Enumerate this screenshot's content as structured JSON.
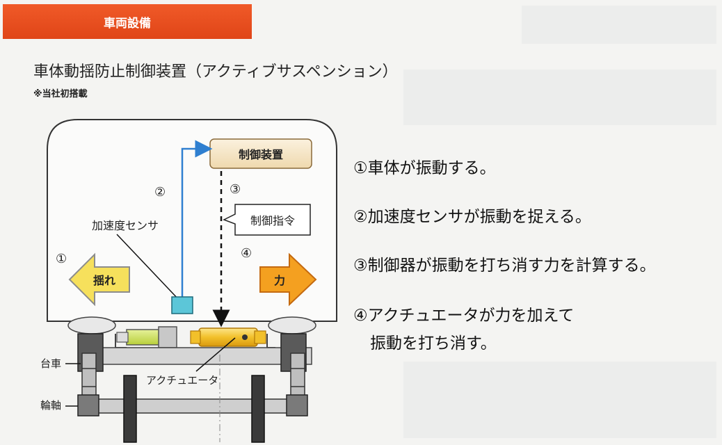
{
  "section_tab": "車両設備",
  "title": "車体動揺防止制御装置（アクティブサスペンション）",
  "note": "※当社初搭載",
  "diagram": {
    "controller_label": "制御装置",
    "command_label": "制御指令",
    "sensor_label": "加速度センサ",
    "actuator_label": "アクチュエータ",
    "sway_label": "揺れ",
    "force_label": "力",
    "bogie_label": "台車",
    "axle_label": "輪軸",
    "marker_1": "①",
    "marker_2": "②",
    "marker_3": "③",
    "marker_4": "④",
    "colors": {
      "sensor_line": "#2f7fd0",
      "sensor_box": "#5cc6d8",
      "sway_arrow": "#f6e05c",
      "force_arrow": "#f4a020",
      "controller_box": "#f6e6c8",
      "actuator": "#f2c02a"
    }
  },
  "steps": [
    "①車体が振動する。",
    "②加速度センサが振動を捉える。",
    "③制御器が振動を打ち消す力を計算する。",
    "④アクチュエータが力を加えて",
    "振動を打ち消す。"
  ]
}
